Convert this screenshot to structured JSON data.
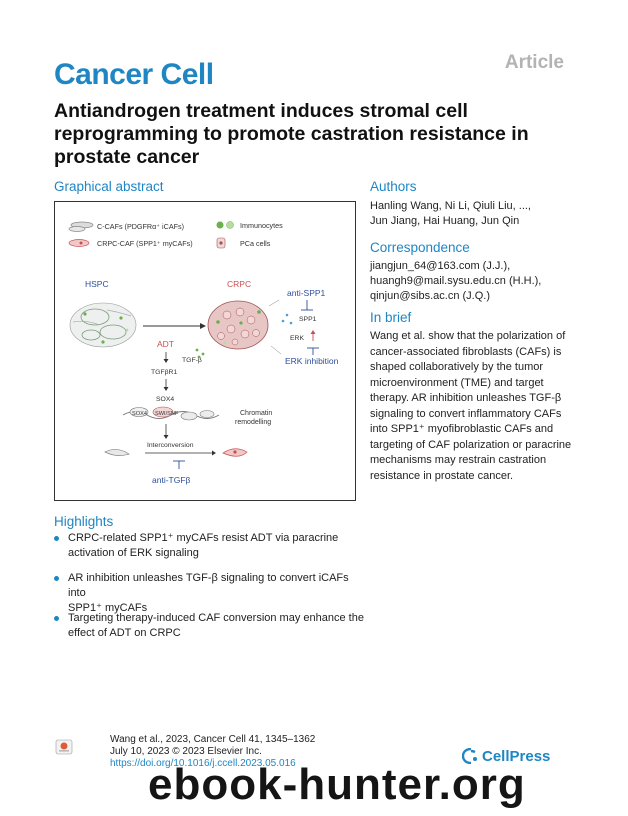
{
  "header": {
    "article_label": "Article",
    "journal": "Cancer Cell",
    "title_lines": [
      "Antiandrogen treatment induces stromal cell",
      "reprogramming to promote castration resistance in",
      "prostate cancer"
    ]
  },
  "graphical_abstract": {
    "heading": "Graphical abstract",
    "legend": {
      "c_cafs": "C-CAFs (PDGFRα⁺ iCAFs)",
      "crpc_caf": "CRPC-CAF (SPP1⁺ myCAFs)",
      "immunocytes": "Immunocytes",
      "pca_cells": "PCa cells"
    },
    "labels": {
      "hspc": "HSPC",
      "crpc": "CRPC",
      "adt": "ADT",
      "tgfb": "TGF-β",
      "tgfbr1": "TGFβR1",
      "sox4": "SOX4",
      "sox4_small": "SOX4",
      "swi_snf": "SWI/SNF",
      "chromatin_line1": "Chromatin",
      "chromatin_line2": "remodelling",
      "interconversion": "Interconversion",
      "anti_tgfb": "anti-TGFβ",
      "anti_spp1": "anti-SPP1",
      "spp1": "SPP1",
      "erk": "ERK",
      "erk_inhibition": "ERK inhibition"
    }
  },
  "authors": {
    "heading": "Authors",
    "lines": [
      "Hanling Wang, Ni Li, Qiuli Liu, ...,",
      "Jun Jiang, Hai Huang, Jun Qin"
    ]
  },
  "correspondence": {
    "heading": "Correspondence",
    "lines": [
      "jiangjun_64@163.com (J.J.),",
      "huangh9@mail.sysu.edu.cn (H.H.),",
      "qinjun@sibs.ac.cn (J.Q.)"
    ]
  },
  "in_brief": {
    "heading": "In brief",
    "lines": [
      "Wang et al. show that the polarization of",
      "cancer-associated fibroblasts (CAFs) is",
      "shaped collaboratively by the tumor",
      "microenvironment (TME) and target",
      "therapy. AR inhibition unleashes TGF-β",
      "signaling to convert inflammatory CAFs",
      "into SPP1⁺ myofibroblastic CAFs and",
      "targeting of CAF polarization or paracrine",
      "mechanisms may restrain castration",
      "resistance in prostate cancer."
    ]
  },
  "highlights": {
    "heading": "Highlights",
    "items": [
      {
        "line1": "CRPC-related SPP1⁺ myCAFs resist ADT via paracrine",
        "line2": "activation of ERK signaling"
      },
      {
        "line1": "AR inhibition unleashes TGF-β signaling to convert iCAFs into",
        "line2": "SPP1⁺ myCAFs"
      },
      {
        "line1": "Targeting therapy-induced CAF conversion may enhance the",
        "line2": "effect of ADT on CRPC"
      }
    ]
  },
  "footer": {
    "citation": "Wang et al., 2023, Cancer Cell 41, 1345–1362",
    "date": "July 10, 2023 © 2023 Elsevier Inc.",
    "doi": "https://doi.org/10.1016/j.ccell.2023.05.016",
    "publisher": "CellPress",
    "watermark": "ebook-hunter.org"
  },
  "colors": {
    "accent": "#1f86c4",
    "caf_red": "#c9504f",
    "immuno_green": "#6ab04c"
  }
}
